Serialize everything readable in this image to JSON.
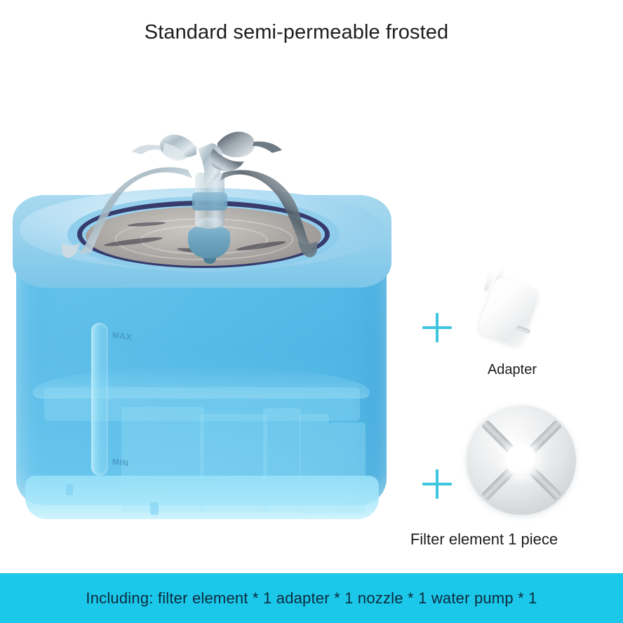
{
  "page": {
    "background_color": "#ffffff",
    "title": "Standard semi-permeable frosted"
  },
  "product": {
    "name": "pet-water-fountain",
    "gauge": {
      "max_label": "MAX",
      "min_label": "MIN"
    },
    "colors": {
      "body_blue": "#59bde9",
      "lid_blue": "#9cd3ee",
      "rim_navy": "#2f2f62",
      "basin_grey": "#b9b5b1",
      "nozzle_teal": "#6fa5c0"
    }
  },
  "accessories": [
    {
      "name": "adapter",
      "plus_symbol": "+",
      "label": "Adapter",
      "color": "#ffffff"
    },
    {
      "name": "filter-element",
      "plus_symbol": "+",
      "label": "Filter element 1 piece",
      "color": "#e2e4e6"
    }
  ],
  "banner": {
    "text": "Including: filter element * 1 adapter * 1 nozzle * 1 water pump * 1",
    "background_color": "#1bc8ea",
    "text_color": "#0d2b3e"
  }
}
